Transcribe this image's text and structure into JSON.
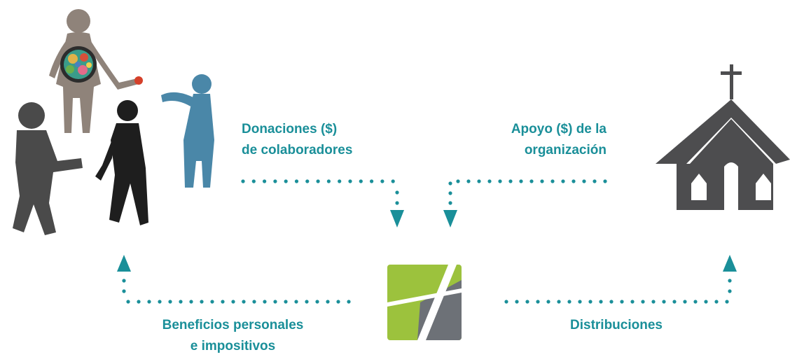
{
  "colors": {
    "teal": "#1a8f99",
    "logo_green": "#9cc23d",
    "logo_gray": "#6d7177",
    "church_gray": "#4d4d4f",
    "people_gray": "#4a4a4a",
    "adult_tan": "#8f837a",
    "child_blue": "#4a87a8"
  },
  "icons": {
    "people": "people-illustration-icon",
    "church": "church-icon",
    "logo": "organization-logo-icon"
  },
  "labels": {
    "donations": [
      "Donaciones ($)",
      "de colaboradores"
    ],
    "support": [
      "Apoyo ($) de la",
      "organización"
    ],
    "benefits": [
      "Beneficios personales",
      "e impositivos"
    ],
    "distributions": [
      "Distribuciones"
    ]
  }
}
